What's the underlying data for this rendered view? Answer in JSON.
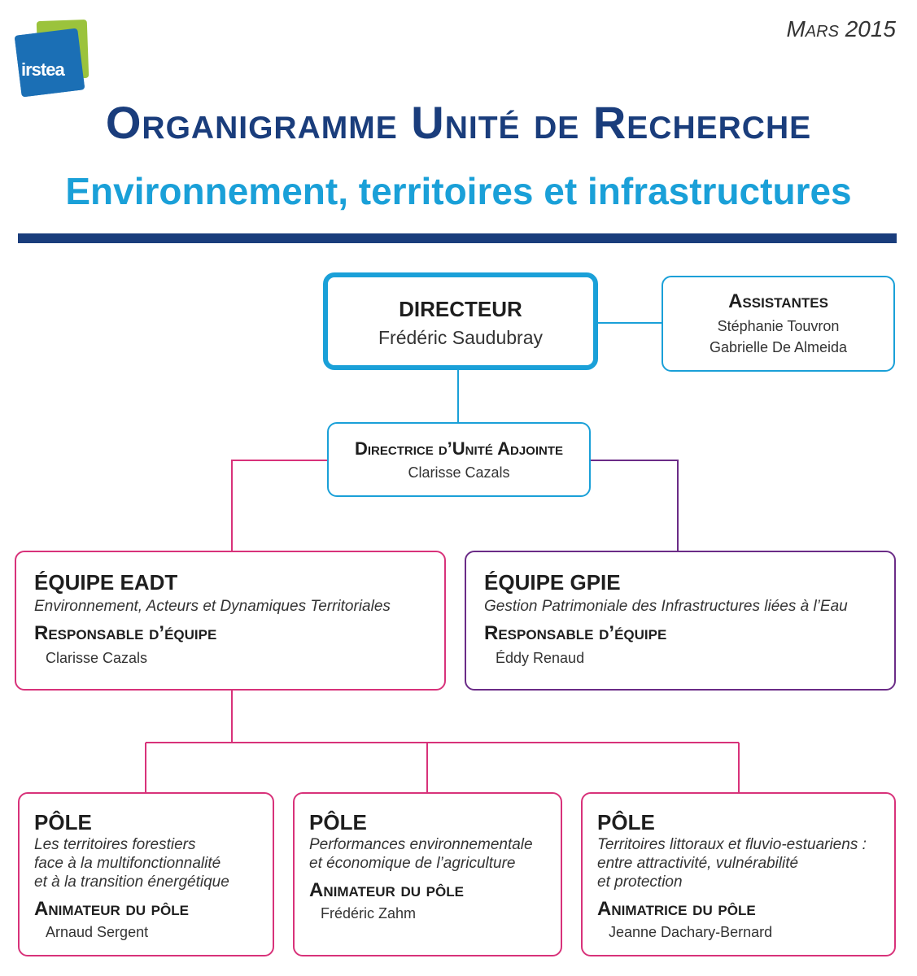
{
  "header": {
    "logo_text": "irstea",
    "date": "Mars 2015",
    "title": "Organigramme Unité de Recherche",
    "subtitle": "Environnement, territoires et infrastructures"
  },
  "colors": {
    "navy": "#1a3d7c",
    "cyan": "#1aa0d8",
    "pink": "#d8327a",
    "purple": "#6b2c87",
    "logo_blue": "#1b6fb5",
    "logo_green": "#9bc33c"
  },
  "director": {
    "label": "DIRECTEUR",
    "name": "Frédéric Saudubray"
  },
  "assistants": {
    "label": "Assistantes",
    "names": [
      "Stéphanie Touvron",
      "Gabrielle De Almeida"
    ]
  },
  "deputy": {
    "label": "Directrice d’Unité Adjointe",
    "name": "Clarisse Cazals"
  },
  "teams": [
    {
      "label": "ÉQUIPE EADT",
      "description": "Environnement, Acteurs et Dynamiques Territoriales",
      "role": "Responsable d’équipe",
      "person": "Clarisse Cazals"
    },
    {
      "label": "ÉQUIPE GPIE",
      "description": "Gestion Patrimoniale des Infrastructures liées à l’Eau",
      "role": "Responsable d’équipe",
      "person": "Éddy Renaud"
    }
  ],
  "poles": [
    {
      "label": "PÔLE",
      "description_lines": [
        "Les territoires forestiers",
        "face à la multifonctionnalité",
        "et à la transition énergétique"
      ],
      "role": "Animateur du pôle",
      "person": "Arnaud Sergent"
    },
    {
      "label": "PÔLE",
      "description_lines": [
        "Performances environnementale",
        "et économique de l’agriculture"
      ],
      "role": "Animateur du pôle",
      "person": "Frédéric Zahm"
    },
    {
      "label": "PÔLE",
      "description_lines": [
        "Territoires littoraux et fluvio-estuariens :",
        "entre attractivité, vulnérabilité",
        "et protection"
      ],
      "role": "Animatrice du pôle",
      "person": "Jeanne Dachary-Bernard"
    }
  ]
}
